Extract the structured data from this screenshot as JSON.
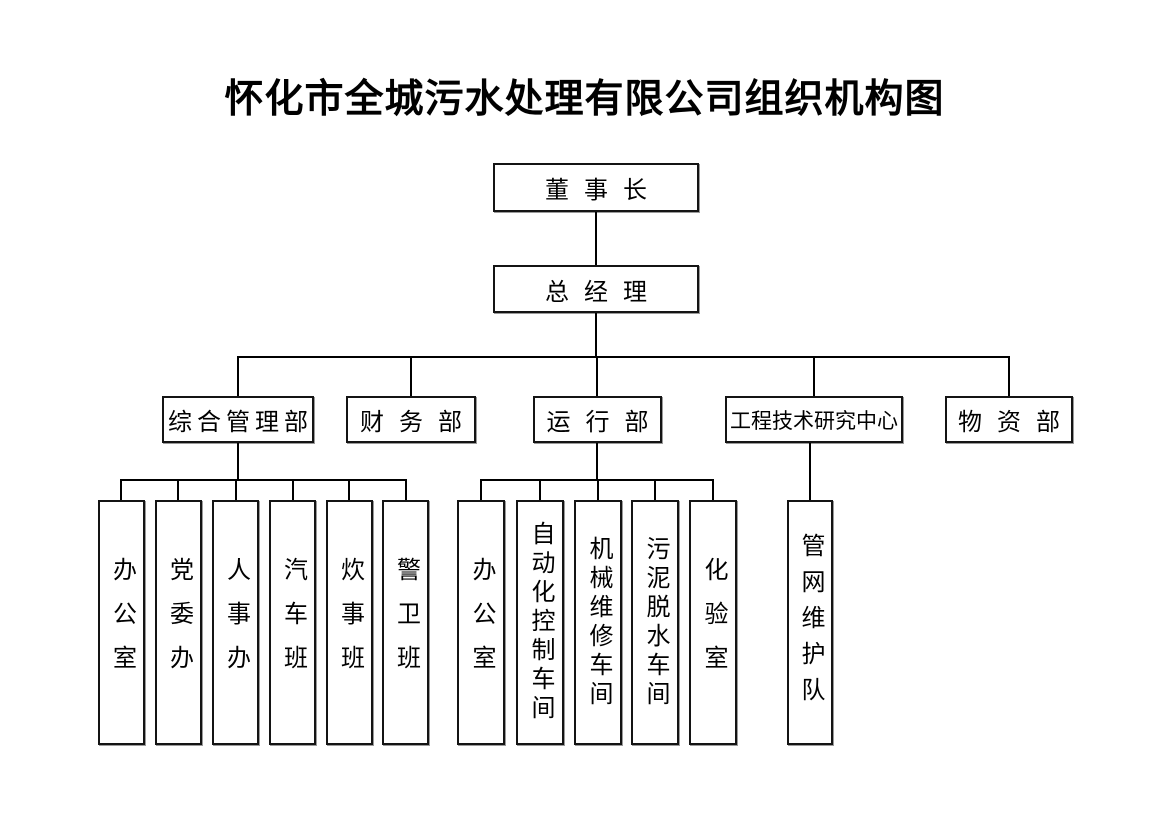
{
  "title": "怀化市全城污水处理有限公司组织机构图",
  "org": {
    "chairman": "董事长",
    "general_manager": "总经理",
    "departments": [
      {
        "label": "综合管理部",
        "children": [
          "办公室",
          "党委办",
          "人事办",
          "汽车班",
          "炊事班",
          "警卫班"
        ]
      },
      {
        "label": "财务部",
        "children": []
      },
      {
        "label": "运行部",
        "children": [
          "办公室",
          "自动化控制车间",
          "机械维修车间",
          "污泥脱水车间",
          "化验室"
        ]
      },
      {
        "label": "工程技术研究中心",
        "children": [
          "管网维护队"
        ]
      },
      {
        "label": "物资部",
        "children": []
      }
    ]
  },
  "colors": {
    "background": "#ffffff",
    "line": "#000000",
    "text": "#000000"
  }
}
